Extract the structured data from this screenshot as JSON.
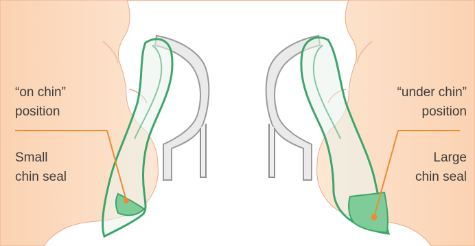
{
  "left_panel": {
    "position_line1": "“on chin”",
    "position_line2": "position",
    "seal_line1": "Small",
    "seal_line2": "chin seal"
  },
  "right_panel": {
    "position_line1": "“under chin”",
    "position_line2": "position",
    "seal_line1": "Large",
    "seal_line2": "chin seal"
  },
  "colors": {
    "skin": "#fbd3b3",
    "skin_edge": "#f3b48c",
    "mask_outline": "#3aa66a",
    "seal_fill": "#7fcc98",
    "callout_line": "#ef8a2e",
    "frame_gray": "#8e8e8e"
  }
}
